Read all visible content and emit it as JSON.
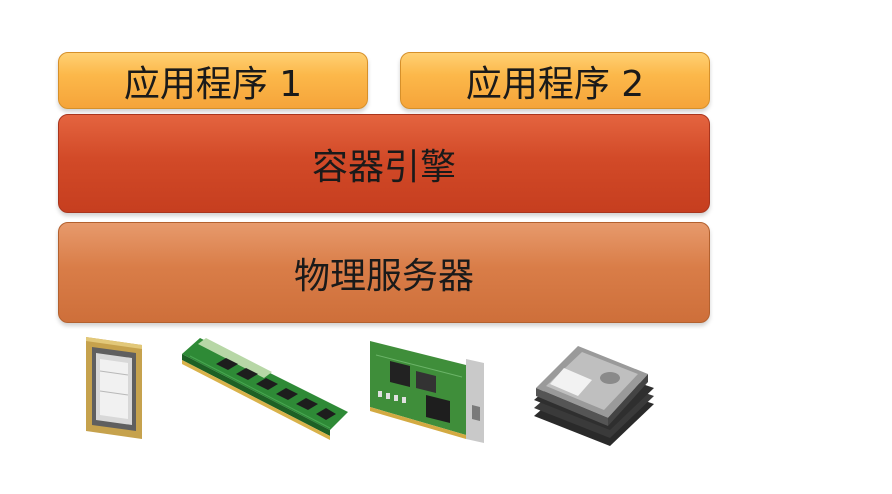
{
  "diagram": {
    "apps": [
      {
        "label": "应用程序 1"
      },
      {
        "label": "应用程序 2"
      }
    ],
    "container_engine": {
      "label": "容器引擎"
    },
    "physical_server": {
      "label": "物理服务器"
    },
    "hardware": [
      {
        "icon": "cpu-icon"
      },
      {
        "icon": "memory-module-icon"
      },
      {
        "icon": "network-card-icon"
      },
      {
        "icon": "hard-drives-icon"
      }
    ]
  },
  "colors": {
    "app": "#fcb84a",
    "engine": "#d24a28",
    "server": "#d97d48"
  }
}
